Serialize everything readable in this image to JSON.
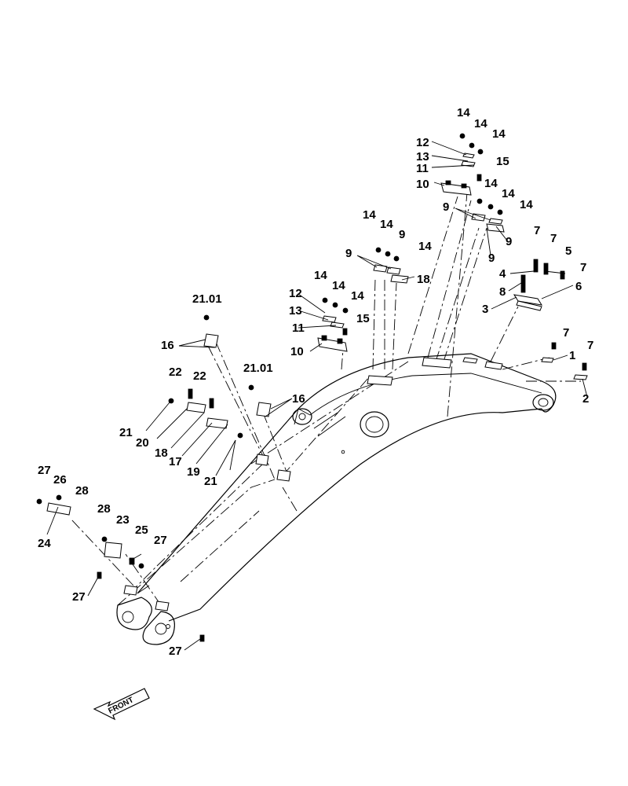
{
  "labels": {
    "c_21_01_a": "21.01",
    "c_21_01_b": "21.01",
    "c_16_a": "16",
    "c_16_b": "16",
    "c_22_a": "22",
    "c_22_b": "22",
    "c_21_a": "21",
    "c_21_b": "21",
    "c_20": "20",
    "c_18_a": "18",
    "c_17": "17",
    "c_19": "19",
    "c_27_a": "27",
    "c_27_b": "27",
    "c_27_c": "27",
    "c_27_d": "27",
    "c_26": "26",
    "c_28_a": "28",
    "c_28_b": "28",
    "c_24": "24",
    "c_23": "23",
    "c_25": "25",
    "c_12_a": "12",
    "c_13_a": "13",
    "c_11_a": "11",
    "c_10_a": "10",
    "c_14_a": "14",
    "c_14_b": "14",
    "c_14_c": "14",
    "c_15_a": "15",
    "c_9_a": "9",
    "c_9_b": "9",
    "c_14_d": "14",
    "c_14_e": "14",
    "c_14_f": "14",
    "c_18_b": "18",
    "c_12_b": "12",
    "c_13_b": "13",
    "c_11_b": "11",
    "c_10_b": "10",
    "c_14_g": "14",
    "c_14_h": "14",
    "c_14_i": "14",
    "c_15_b": "15",
    "c_9_c": "9",
    "c_9_d": "9",
    "c_9_e": "9",
    "c_14_j": "14",
    "c_14_k": "14",
    "c_14_l": "14",
    "c_7_a": "7",
    "c_7_b": "7",
    "c_7_c": "7",
    "c_7_d": "7",
    "c_7_e": "7",
    "c_4": "4",
    "c_5": "5",
    "c_8": "8",
    "c_6": "6",
    "c_3": "3",
    "c_1": "1",
    "c_2": "2"
  },
  "front_label": "FRONT"
}
